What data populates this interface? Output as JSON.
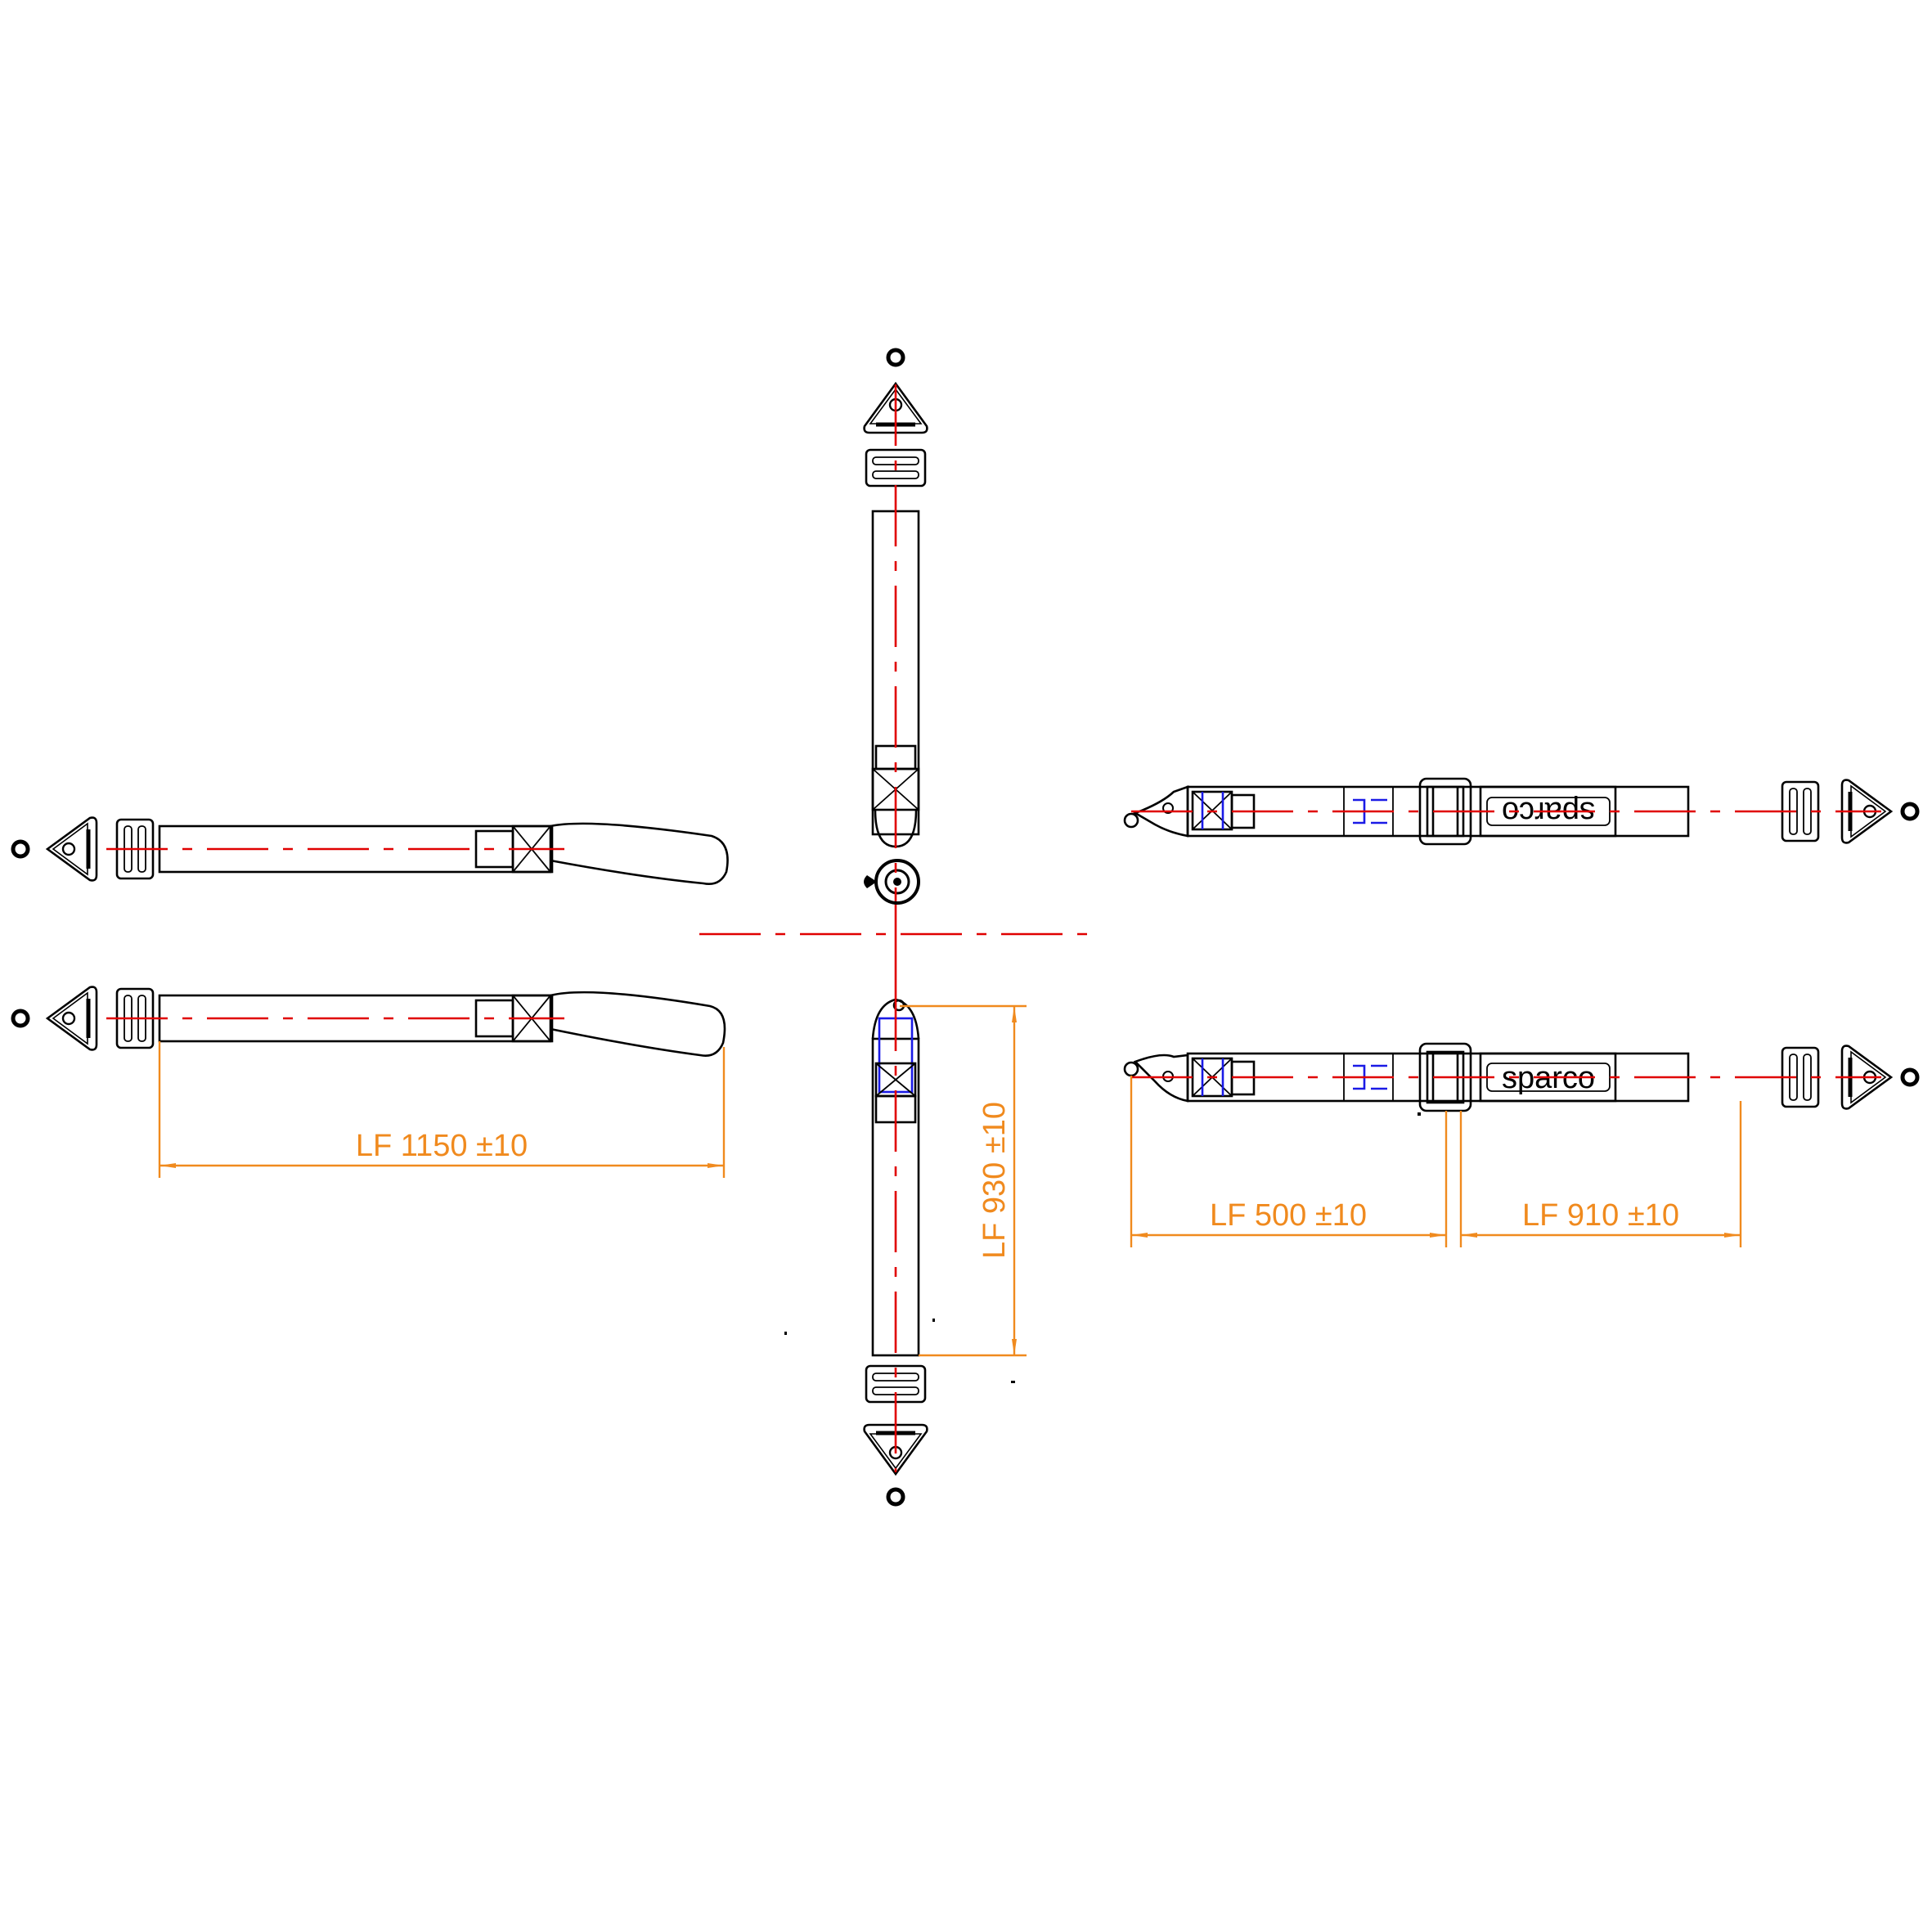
{
  "drawing": {
    "brand_label": "sparco",
    "dimensions": {
      "lap_belt_length": "LF 1150 ±10",
      "crotch_strap_length": "LF 930 ±10",
      "shoulder_left_length": "LF 500 ±10",
      "shoulder_right_length": "LF 910 ±10"
    },
    "colors": {
      "outline": "#000000",
      "centerline": "#e00000",
      "dimension": "#f08a1e",
      "detail": "#1a1ae6"
    }
  }
}
